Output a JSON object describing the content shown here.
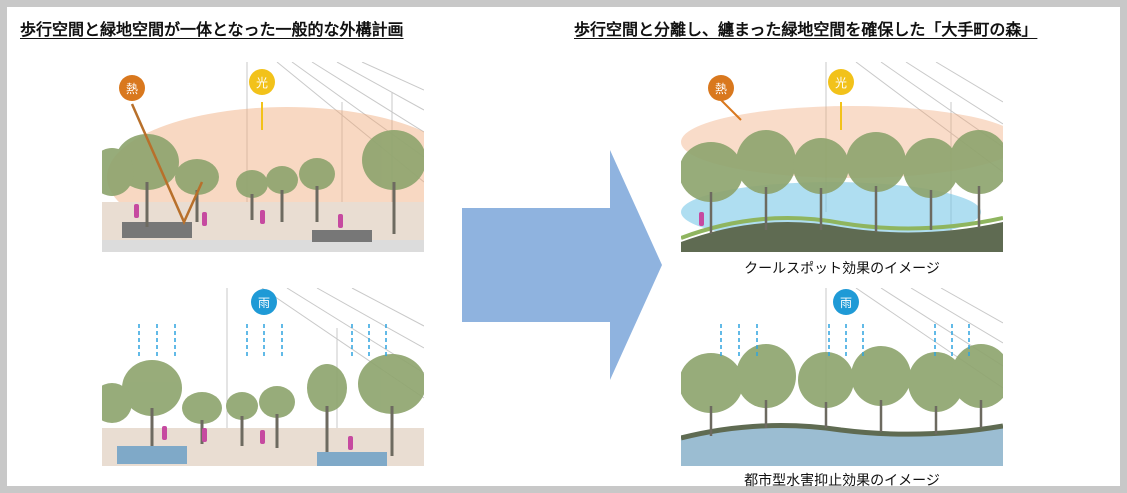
{
  "headings": {
    "left": "歩行空間と緑地空間が一体となった一般的な外構計画",
    "right": "歩行空間と分離し、纏まった緑地空間を確保した「大手町の森」"
  },
  "badges": {
    "heat": "熱",
    "light": "光",
    "rain": "雨"
  },
  "captions": {
    "cool_spot": "クールスポット効果のイメージ",
    "flood": "都市型水害抑止効果のイメージ"
  },
  "colors": {
    "heat_badge": "#d9781e",
    "light_badge": "#f2c21a",
    "rain_badge": "#1f9ad6",
    "arrow": "#8fb3df",
    "tree": "#8fa56f",
    "trunk": "#6d6a60",
    "heat_haze": "#f0a878",
    "cool_water": "#6ec3e6"
  }
}
